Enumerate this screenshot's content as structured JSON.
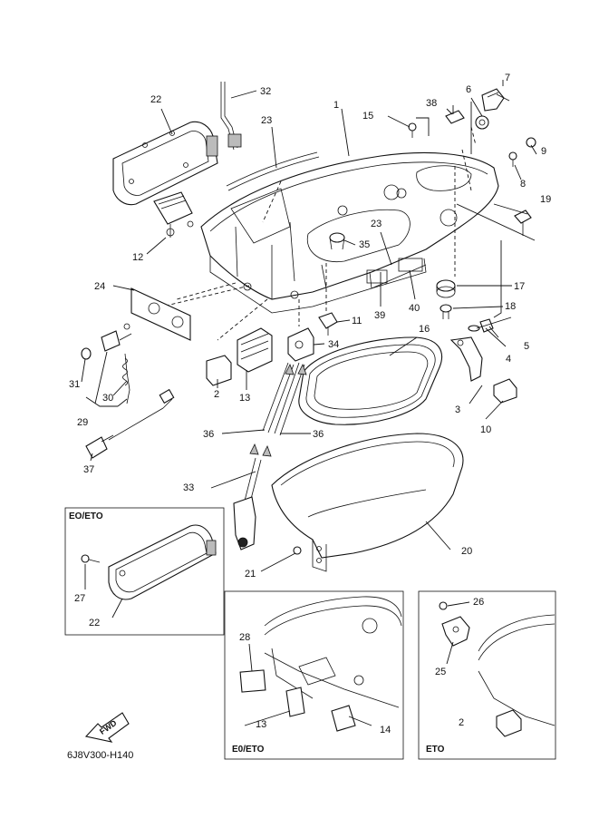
{
  "callouts": {
    "c1": "1",
    "c2a": "2",
    "c2b": "2",
    "c3": "3",
    "c4": "4",
    "c5": "5",
    "c6": "6",
    "c7": "7",
    "c8": "8",
    "c9": "9",
    "c10": "10",
    "c11": "11",
    "c12": "12",
    "c13a": "13",
    "c13b": "13",
    "c14": "14",
    "c15": "15",
    "c16": "16",
    "c17": "17",
    "c18": "18",
    "c19": "19",
    "c20": "20",
    "c21": "21",
    "c22a": "22",
    "c22b": "22",
    "c23a": "23",
    "c23b": "23",
    "c24": "24",
    "c25": "25",
    "c26": "26",
    "c27": "27",
    "c28": "28",
    "c29": "29",
    "c30": "30",
    "c31": "31",
    "c32": "32",
    "c33": "33",
    "c34": "34",
    "c35": "35",
    "c36a": "36",
    "c36b": "36",
    "c37": "37",
    "c38": "38",
    "c39": "39",
    "c40": "40"
  },
  "inset_labels": {
    "left_top": "EO/ETO",
    "bottom_middle": "E0/ETO",
    "bottom_right": "ETO"
  },
  "fwd_label": "FWD",
  "drawing_code": "6J8V300-H140"
}
